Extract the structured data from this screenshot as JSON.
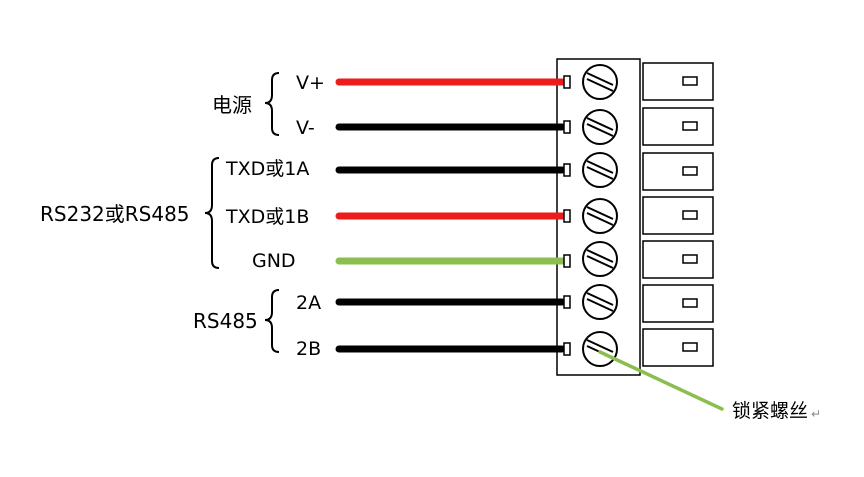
{
  "colors": {
    "red": "#ee1b1b",
    "black": "#000000",
    "green": "#8cbd4f",
    "leader": "#8cbd4f"
  },
  "pins": [
    {
      "label": "V+",
      "wire_color": "red"
    },
    {
      "label": "V-",
      "wire_color": "black"
    },
    {
      "label": "TXD或1A",
      "wire_color": "black"
    },
    {
      "label": "TXD或1B",
      "wire_color": "red"
    },
    {
      "label": "GND",
      "wire_color": "green"
    },
    {
      "label": "2A",
      "wire_color": "black"
    },
    {
      "label": "2B",
      "wire_color": "black"
    }
  ],
  "groups": [
    {
      "label": "电源"
    },
    {
      "label": "RS232或RS485"
    },
    {
      "label": "RS485"
    }
  ],
  "callout": {
    "label": "锁紧螺丝",
    "mark": "↵"
  }
}
